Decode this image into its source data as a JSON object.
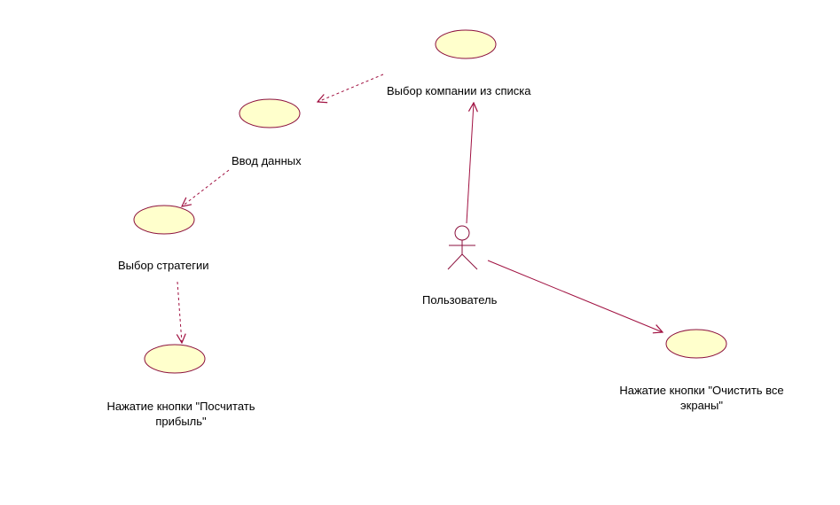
{
  "diagram": {
    "type": "use-case",
    "colors": {
      "usecase_fill": "#ffffcc",
      "usecase_stroke": "#8b0f3c",
      "line": "#a01040",
      "text": "#000000"
    },
    "actor": {
      "label": "Пользователь"
    },
    "use_cases": {
      "select_company": "Выбор компании из списка",
      "enter_data": "Ввод данных",
      "select_strategy": "Выбор стратегии",
      "calc_profit_line1": "Нажатие кнопки \"Посчитать",
      "calc_profit_line2": "прибыль\"",
      "clear_screens_line1": "Нажатие кнопки \"Очистить все",
      "clear_screens_line2": "экраны\""
    }
  }
}
